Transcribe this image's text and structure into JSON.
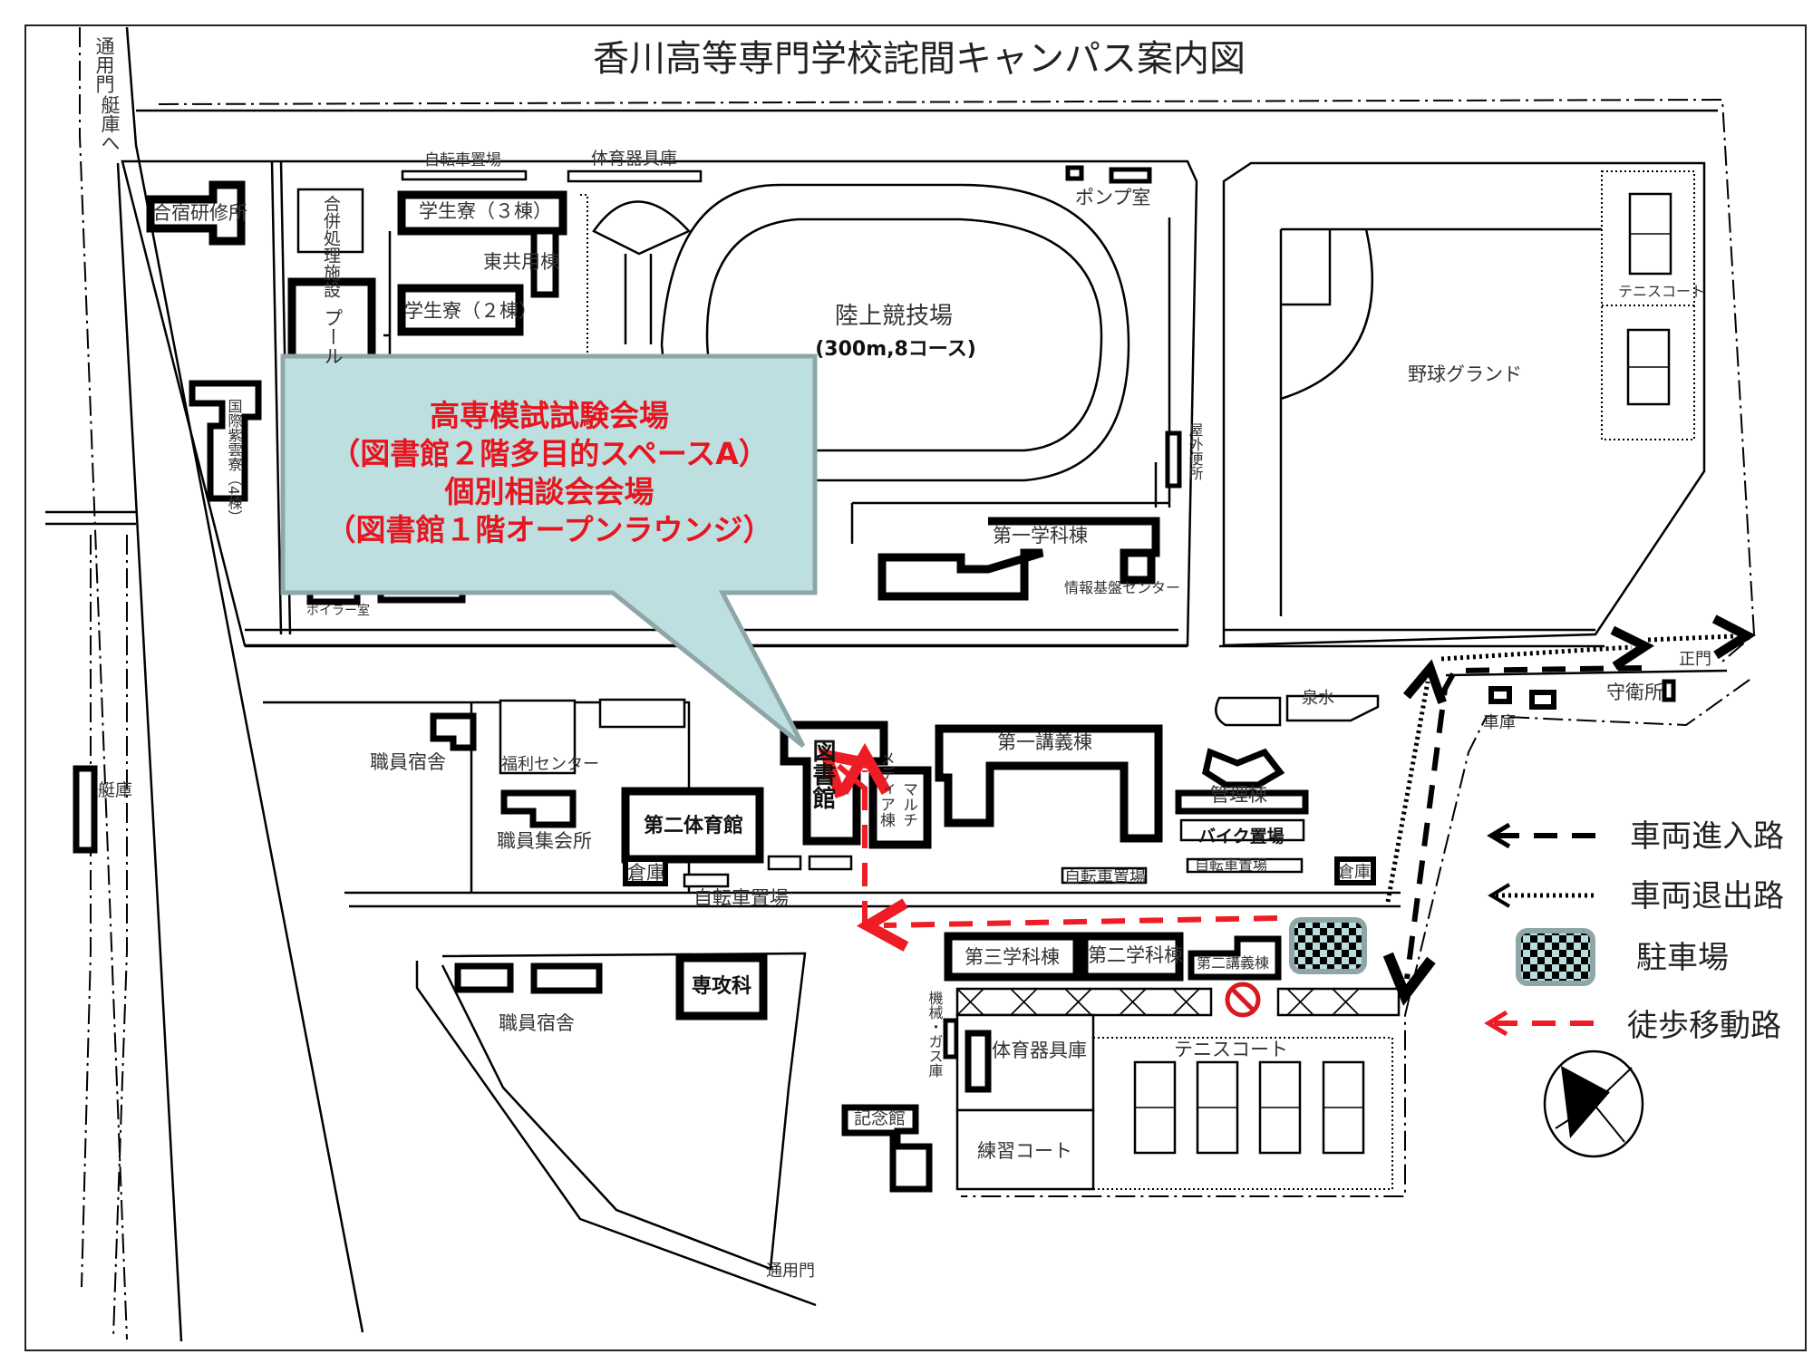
{
  "title": "香川高等専門学校詫間キャンパス案内図",
  "callout": {
    "line1": "高専模試試験会場",
    "line2": "（図書館２階多目的スペースA）",
    "line3": "個別相談会会場",
    "line4": "（図書館１階オープンラウンジ）",
    "fill": "#bddfe0",
    "text_color": "#e8141e"
  },
  "labels": {
    "side_gate_top": "通用門",
    "to_boathouse": "艇庫へ",
    "training_house": "合宿研修所",
    "sewage": "合併処理施設",
    "dorm3": "学生寮（３棟）",
    "east_common": "東共用棟",
    "dorm2": "学生寮（２棟）",
    "pool": "プール",
    "bike_parking_top": "自転車置場",
    "sports_storage_top": "体育器具庫",
    "track": "陸上競技場",
    "track_spec": "(300m,8コース)",
    "pump_room": "ポンプ室",
    "outdoor_toilet": "屋外便所",
    "baseball": "野球グランド",
    "tennis_upper": "テニスコート",
    "intl_dorm": "国際紫雲寮（4棟）",
    "boiler_room": "ボイラー室",
    "dept1": "第一学科棟",
    "info_center": "情報基盤センター",
    "staff_housing_1": "職員宿舎",
    "welfare_center": "福利センター",
    "staff_hall": "職員集会所",
    "gym2": "第二体育館",
    "storage_1": "倉庫",
    "bike_parking_mid": "自転車置場",
    "library": "図書館",
    "media": "メディア棟",
    "multi": "マルチ",
    "lecture1": "第一講義棟",
    "admin": "管理棟",
    "motorbike": "バイク置場",
    "bike_parking_r1": "自転車置場",
    "bike_parking_r2": "自転車置場",
    "storage_2": "倉庫",
    "pond": "泉水",
    "main_gate": "正門",
    "guard": "守衛所",
    "garage": "車庫",
    "boathouse": "艇庫",
    "dept3": "第三学科棟",
    "dept2": "第二学科棟",
    "lecture2": "第二講義棟",
    "machine_gas": "機械・ガス庫",
    "sports_storage_low": "体育器具庫",
    "practice_court": "練習コート",
    "tennis_lower": "テニスコート",
    "memorial": "記念館",
    "advanced": "専攻科",
    "staff_housing_2": "職員宿舎",
    "side_gate_bottom": "通用門"
  },
  "legend": {
    "vehicle_in": "車両進入路",
    "vehicle_out": "車両退出路",
    "parking": "駐車場",
    "walking": "徒歩移動路",
    "walk_color": "#ee1c25",
    "parking_color": "#9bb8b8"
  }
}
